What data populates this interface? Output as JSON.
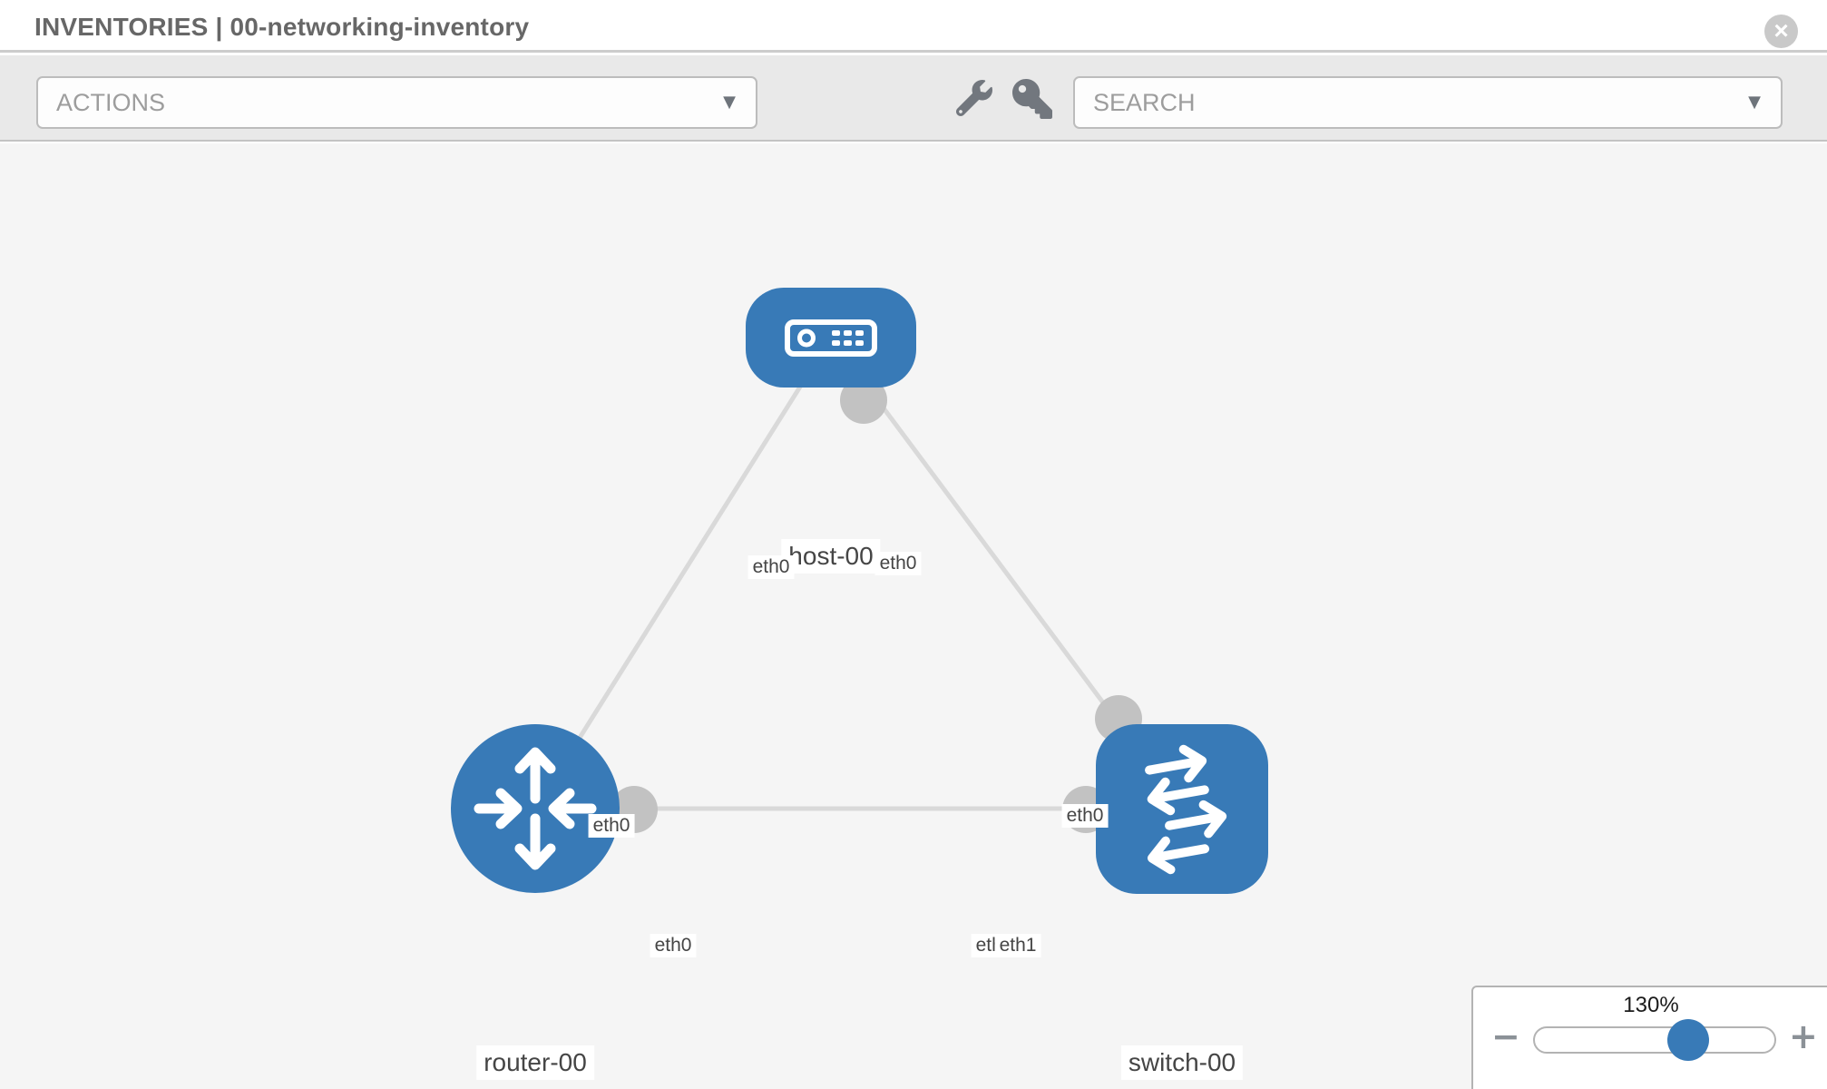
{
  "header": {
    "title": "INVENTORIES | 00-networking-inventory",
    "close_glyph": "×"
  },
  "toolbar": {
    "actions_label": "ACTIONS",
    "search_label": "SEARCH",
    "caret_glyph": "▼",
    "icons": [
      "wrench-icon",
      "key-icon"
    ]
  },
  "topology": {
    "nodes": [
      {
        "id": "host-00",
        "type": "host",
        "label": "host-00"
      },
      {
        "id": "router-00",
        "type": "router",
        "label": "router-00"
      },
      {
        "id": "switch-00",
        "type": "switch",
        "label": "switch-00"
      }
    ],
    "links": [
      {
        "source": "host-00",
        "target": "router-00",
        "source_interface": "eth0",
        "target_interface": "eth0"
      },
      {
        "source": "host-00",
        "target": "switch-00",
        "source_interface": "eth0",
        "target_interface": "eth0"
      },
      {
        "source": "router-00",
        "target": "switch-00",
        "source_interface": "eth0",
        "target_interface": "eth1",
        "overlapped_label": "eth0"
      }
    ]
  },
  "zoom_control": {
    "level": "130%",
    "minus_glyph": "−",
    "plus_glyph": "+"
  },
  "colors": {
    "node_blue": "#387ab7",
    "link_gray": "#d9d9d9",
    "interface_gray": "#c2c2c2",
    "toolbar_bg": "#e9e9e9",
    "canvas_bg": "#f5f5f5",
    "title_gray": "#676767"
  }
}
